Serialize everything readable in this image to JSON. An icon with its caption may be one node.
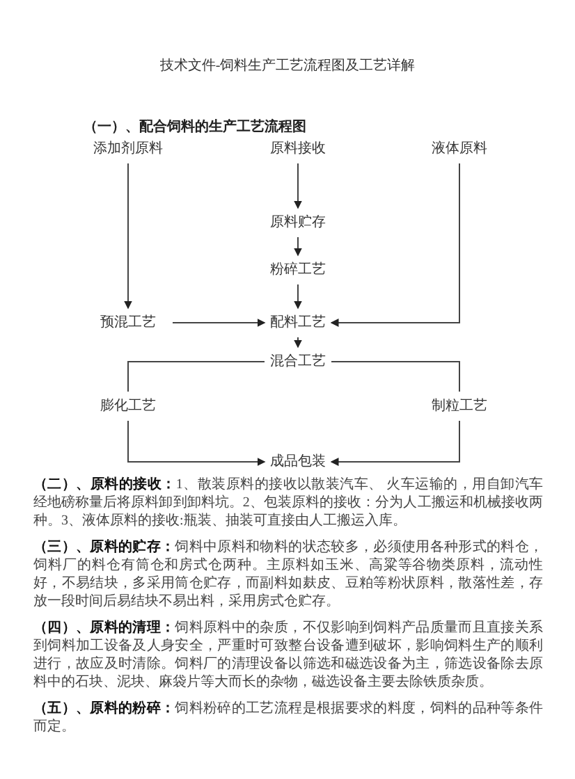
{
  "diagram": {
    "title": "技术文件-饲料生产工艺流程图及工艺详解",
    "nodes": [
      {
        "text": [
          "添加剂原料"
        ]
      },
      {
        "text": [
          "原料接收"
        ]
      },
      {
        "text": [
          "液体原料"
        ]
      },
      {
        "text": [
          "原料贮存"
        ]
      },
      {
        "text": [
          "粉碎工艺"
        ]
      },
      {
        "text": [
          "预混工艺"
        ]
      },
      {
        "text": [
          "配料工艺"
        ]
      },
      {
        "text": [
          "混合工艺"
        ]
      },
      {
        "text": [
          "膨化工艺"
        ]
      },
      {
        "text": [
          "制粒工艺"
        ]
      },
      {
        "text": [
          "成品包装"
        ]
      }
    ],
    "edges": [
      {
        "from": 0,
        "to": 5,
        "arrow": "to"
      },
      {
        "from": 1,
        "to": 3,
        "arrow": "to"
      },
      {
        "from": 3,
        "to": 4,
        "arrow": "to"
      },
      {
        "from": 4,
        "to": 6,
        "arrow": "to"
      },
      {
        "from": 5,
        "to": 6,
        "arrow": "to"
      },
      {
        "from": 2,
        "to": 6,
        "arrow": "to"
      },
      {
        "from": 6,
        "to": 7,
        "arrow": "to"
      },
      {
        "from": 7,
        "to": 8,
        "arrow": "none"
      },
      {
        "from": 7,
        "to": 9,
        "arrow": "none"
      },
      {
        "from": 8,
        "to": 10,
        "arrow": "to"
      },
      {
        "from": 9,
        "to": 10,
        "arrow": "to"
      }
    ],
    "labels": [
      "（一）、配合饲料的生产工艺流程图",
      "**（二）、原料的接收：**1、散装原料的接收以散装汽车、 火车运输的，用自卸汽车经地磅称量后将原料卸到卸料坑。2、包装原料的接收：分为人工搬运和机械接收两种。3、液体原料的接收:瓶装、抽装可直接由人工搬运入库。",
      "**（三）、原料的贮存：**饲料中原料和物料的状态较多，必须使用各种形式的料仓，饲料厂的料仓有筒仓和房式仓两种。主原料如玉米、高粱等谷物类原料，流动性好，不易结块，多采用筒仓贮存，而副料如麸皮、豆粕等粉状原料，散落性差，存放一段时间后易结块不易出料，采用房式仓贮存。",
      "**（四）、原料的清理：**饲料原料中的杂质，不仅影响到饲料产品质量而且直接关系到饲料加工设备及人身安全，严重时可致整台设备遭到破坏，影响饲料生产的顺利进行，故应及时清除。饲料厂的清理设备以筛选和磁选设备为主，筛选设备除去原料中的石块、泥块、麻袋片等大而长的杂物，磁选设备主要去除铁质杂质。",
      "**（五）、原料的粉碎：**饲料粉碎的工艺流程是根据要求的料度，饲料的品种等条件而定。"
    ]
  }
}
